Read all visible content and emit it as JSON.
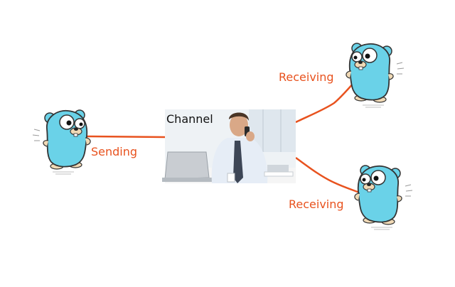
{
  "colors": {
    "edge": "#e8521e",
    "label": "#e8521e",
    "gopher_fill": "#6ad2e8",
    "gopher_outline": "#333333"
  },
  "nodes": {
    "sender": {
      "icon": "gopher-icon"
    },
    "channel": {
      "title": "Channel",
      "icon": "office-worker-on-phone-photo"
    },
    "receiver_top": {
      "icon": "gopher-icon"
    },
    "receiver_bottom": {
      "icon": "gopher-icon"
    }
  },
  "edges": {
    "send_label": "Sending",
    "receive_top_label": "Receiving",
    "receive_bottom_label": "Receiving"
  }
}
